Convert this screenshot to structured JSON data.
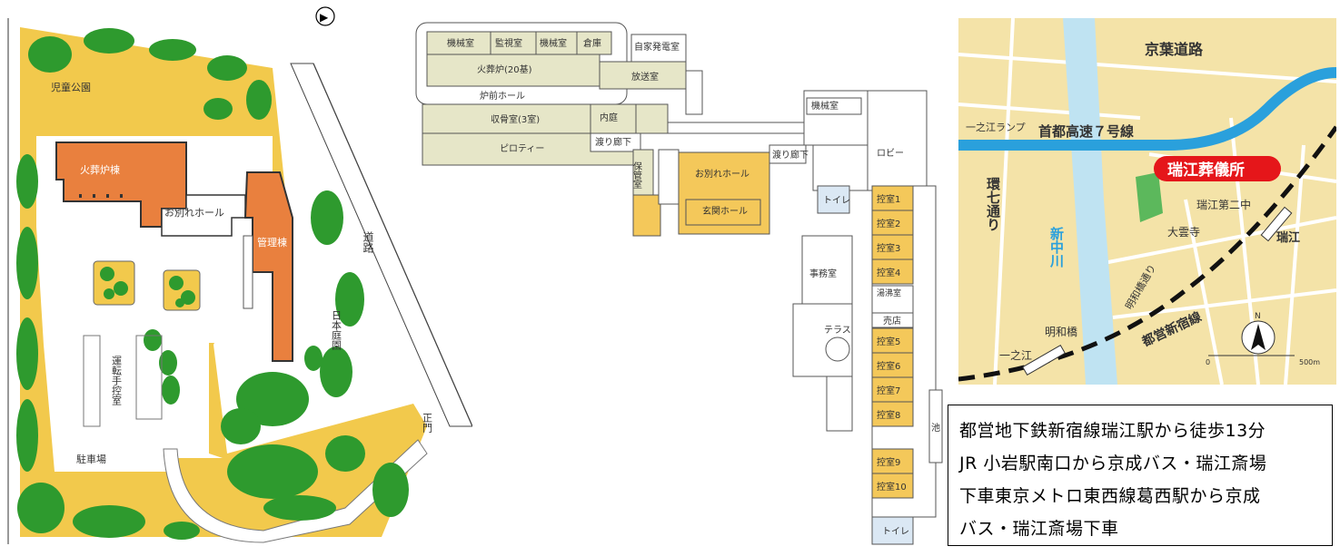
{
  "site_plan": {
    "compass_symbol": "▶",
    "labels": {
      "park": "児童公園",
      "cremation_bldg": "火葬炉棟",
      "farewell_hall": "お別れホール",
      "admin_bldg": "管理棟",
      "driver_room": "運転手控室",
      "parking": "駐車場",
      "road": "道路",
      "garden": "日本庭園",
      "main_gate": "正門"
    }
  },
  "floor_plan": {
    "rooms": {
      "machine1": "機械室",
      "monitor": "監視室",
      "machine2": "機械室",
      "storage": "倉庫",
      "generator": "自家発電室",
      "furnace": "火葬炉(20基)",
      "broadcast": "放送室",
      "front_hall": "炉前ホール",
      "bone_room": "収骨室(3室)",
      "courtyard": "内庭",
      "piloti": "ピロティー",
      "corridor1": "渡り廊下",
      "keep_room": "保管室",
      "farewell_hall": "お別れホール",
      "corridor2": "渡り廊下",
      "entrance_hall": "玄関ホール",
      "machine3": "機械室",
      "lobby": "ロビー",
      "toilet1": "トイレ",
      "office": "事務室",
      "terrace": "テラス",
      "snack_room": "湯沸室",
      "shop": "売店",
      "pond": "池",
      "toilet2": "トイレ"
    },
    "waiting_rooms": [
      "控室1",
      "控室2",
      "控室3",
      "控室4",
      "控室5",
      "控室6",
      "控室7",
      "控室8",
      "控室9",
      "控室10"
    ]
  },
  "area_map": {
    "keiyo_road": "京葉道路",
    "ichinoe_ramp": "一之江ランプ",
    "expressway": "首都高速７号線",
    "funeral_hall": "瑞江葬儀所",
    "kanana_dori": "環七通り",
    "mizue_2nd_jhs": "瑞江第二中",
    "daiunji": "大雲寺",
    "shin_nakagawa": "新中川",
    "mizue": "瑞江",
    "meiwa_dori": "明和橋通り",
    "shinjuku_line": "都営新宿線",
    "meiwa_bridge": "明和橋",
    "ichinoe": "一之江",
    "north": "N",
    "scale_0": "0",
    "scale_500": "500m"
  },
  "access": {
    "lines": [
      "都営地下鉄新宿線瑞江駅から徒歩13分",
      "JR 小岩駅南口から京成バス・瑞江斎場",
      "下車東京メトロ東西線葛西駅から京成",
      "バス・瑞江斎場下車"
    ]
  },
  "colors": {
    "yard": "#f2c94c",
    "tree": "#2e9a2e",
    "building": "#e9803e",
    "room_beige": "#e6e6c8",
    "waiting": "#f4c85a",
    "map_bg": "#f4e3a8",
    "expressway": "#2aa0dc",
    "river": "#bfe3f2",
    "pin": "#e5161a"
  }
}
